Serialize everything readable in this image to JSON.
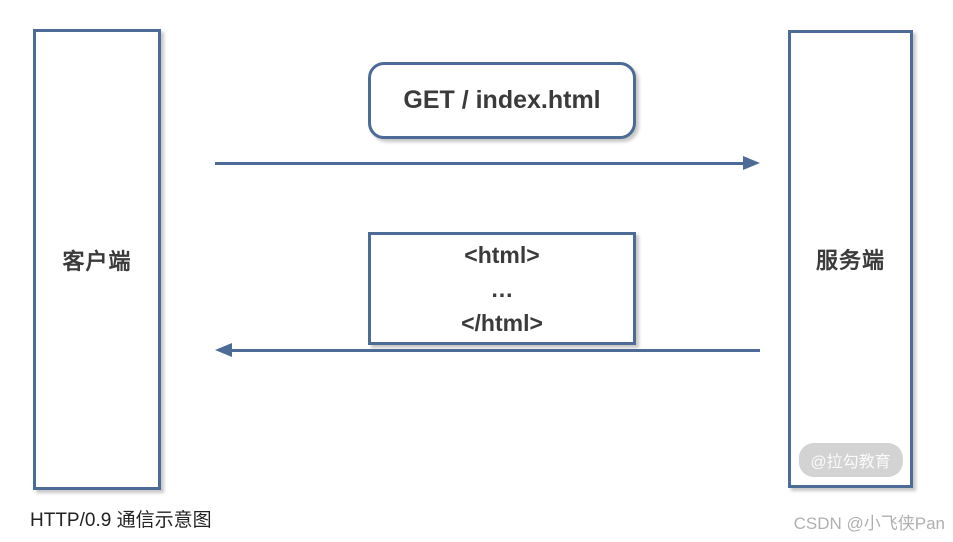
{
  "diagram": {
    "title": "HTTP/0.9 通信示意图",
    "client": {
      "label": "客户端"
    },
    "server": {
      "label": "服务端"
    },
    "request": {
      "label": "GET / index.html"
    },
    "response": {
      "lines": [
        "<html>",
        "…",
        "</html>"
      ]
    },
    "watermarks": {
      "box": "@拉勾教育",
      "page": "CSDN @小飞侠Pan"
    },
    "colors": {
      "stroke": "#4d6b97",
      "text": "#3b3b3b",
      "watermark": "#b0b0b0"
    }
  }
}
